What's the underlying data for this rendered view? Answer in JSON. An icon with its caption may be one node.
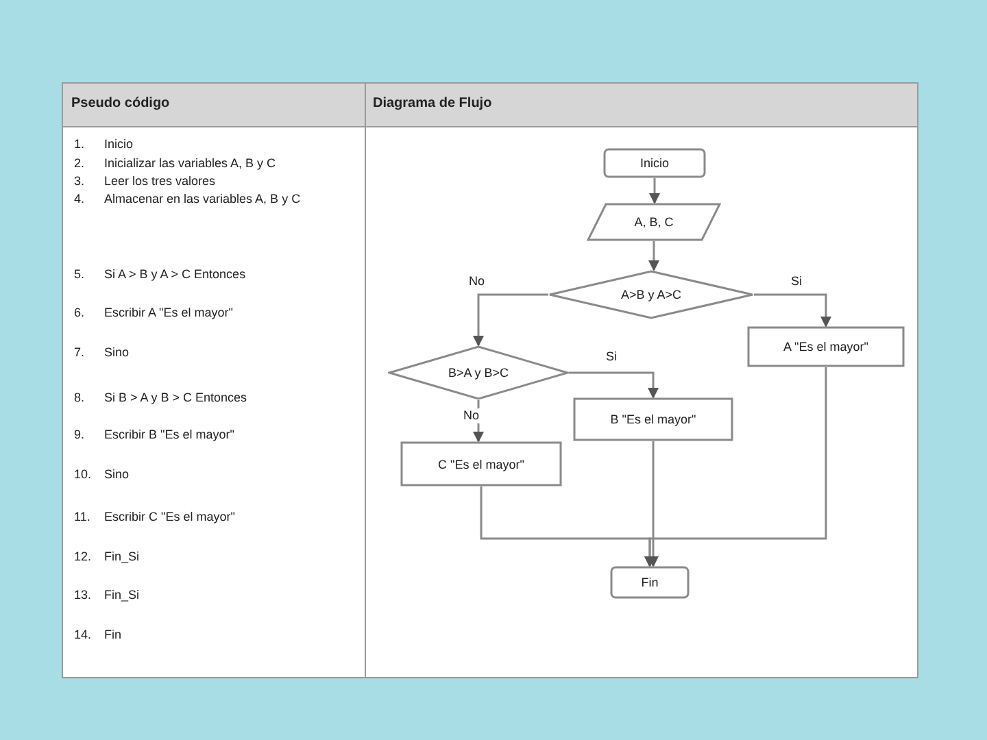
{
  "diagram": {
    "nodes": [
      {
        "text": [
          "Inicio"
        ]
      },
      {
        "text": [
          "A, B, C"
        ]
      },
      {
        "text": [
          "A>B y A>C"
        ]
      },
      {
        "text": [
          "B>A y B>C"
        ]
      },
      {
        "text": [
          "A \"Es el mayor\""
        ]
      },
      {
        "text": [
          "B \"Es el mayor\""
        ]
      },
      {
        "text": [
          "C \"Es el mayor\""
        ]
      },
      {
        "text": [
          "Fin"
        ]
      }
    ],
    "edges": [
      {
        "from": 0,
        "to": 1,
        "arrow": "to"
      },
      {
        "from": 1,
        "to": 2,
        "arrow": "to"
      },
      {
        "from": 2,
        "to": 3,
        "arrow": "to",
        "label": "No"
      },
      {
        "from": 2,
        "to": 4,
        "arrow": "to",
        "label": "Si"
      },
      {
        "from": 3,
        "to": 5,
        "arrow": "to",
        "label": "Si"
      },
      {
        "from": 3,
        "to": 6,
        "arrow": "to",
        "label": "No"
      },
      {
        "from": 5,
        "to": 7,
        "arrow": "to"
      },
      {
        "from": 6,
        "to": 7,
        "arrow": "to"
      },
      {
        "from": 4,
        "to": 7,
        "arrow": "to"
      }
    ],
    "labels": [
      "Pseudo código",
      "Diagrama de Flujo",
      "1.",
      "Inicio",
      "2.",
      "Inicializar las variables A, B y C",
      "3.",
      "Leer los tres valores",
      "4.",
      "Almacenar en las variables A, B y C",
      "5.",
      "Si A > B y A > C Entonces",
      "6.",
      "Escribir A \"Es el mayor\"",
      "7.",
      "Sino",
      "8.",
      "Si B > A y B > C Entonces",
      "9.",
      "Escribir B \"Es el mayor\"",
      "10.",
      "Sino",
      "11.",
      "Escribir C \"Es el mayor\"",
      "12.",
      "Fin_Si",
      "13.",
      "Fin_Si",
      "14.",
      "Fin"
    ]
  }
}
